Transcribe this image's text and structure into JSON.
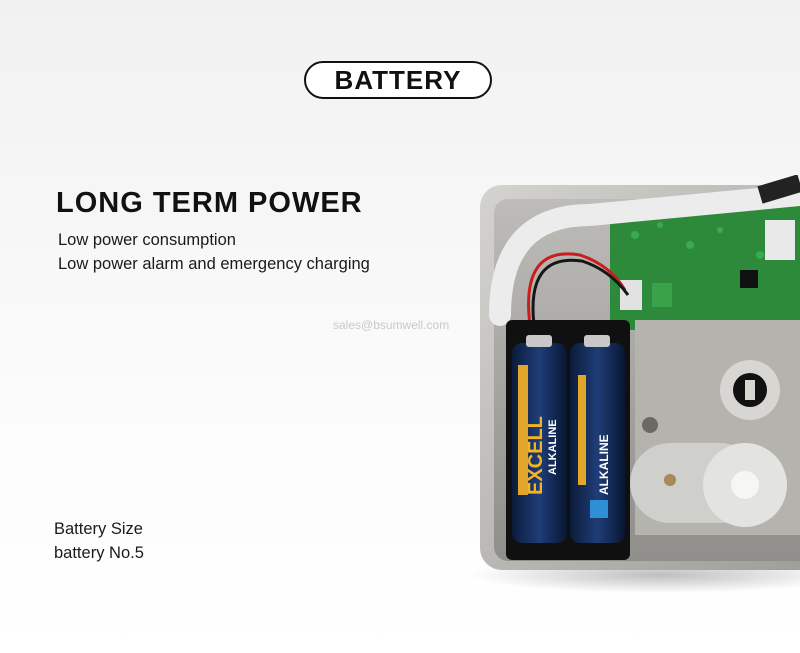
{
  "badge": {
    "label": "BATTERY"
  },
  "headline": "LONG TERM POWER",
  "features": [
    "Low power consumption",
    "Low power alarm and emergency charging"
  ],
  "watermark": "sales@bsumwell.com",
  "battery": {
    "size_label": "Battery Size",
    "size_value": "battery No.5"
  },
  "photo": {
    "battery_brand": "EXCELL",
    "battery_type": "ALKALINE"
  }
}
